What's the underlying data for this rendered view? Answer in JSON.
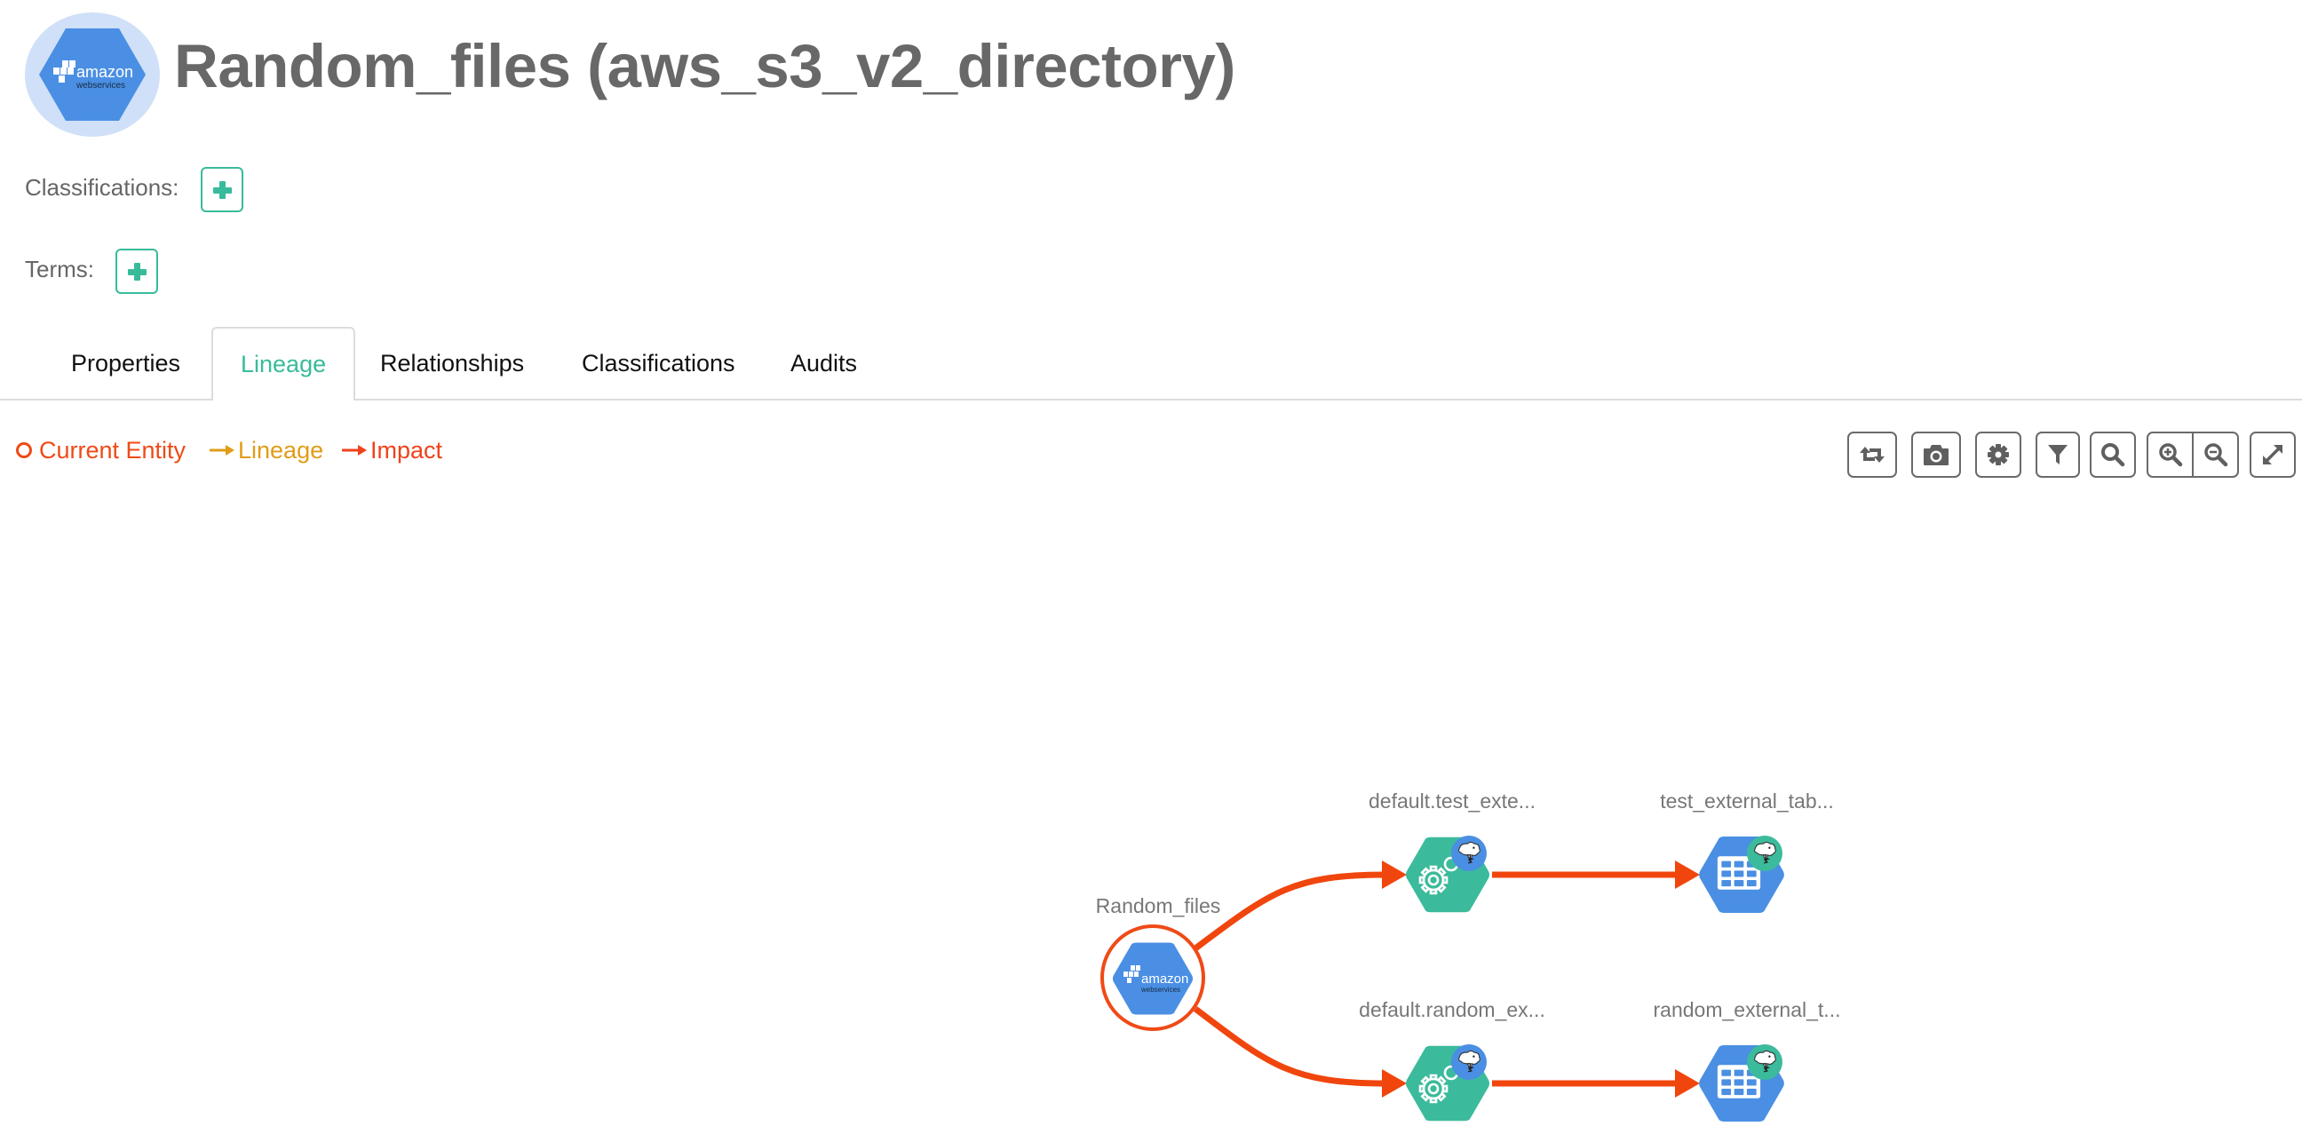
{
  "header": {
    "logo_icon": "aws-logo-icon",
    "title": "Random_files (aws_s3_v2_directory)"
  },
  "meta": {
    "classifications_label": "Classifications:",
    "terms_label": "Terms:",
    "add_icon": "plus-icon"
  },
  "tabs": [
    {
      "label": "Properties",
      "active": false
    },
    {
      "label": "Lineage",
      "active": true
    },
    {
      "label": "Relationships",
      "active": false
    },
    {
      "label": "Classifications",
      "active": false
    },
    {
      "label": "Audits",
      "active": false
    }
  ],
  "legend": {
    "current_entity": {
      "label": "Current Entity",
      "color": "#f04a16"
    },
    "lineage": {
      "label": "Lineage",
      "arrow": "⟶",
      "color": "#e09c16"
    },
    "impact": {
      "label": "Impact",
      "arrow": "⟶",
      "color": "#f0421a"
    }
  },
  "toolbar": [
    {
      "name": "realign-icon",
      "title": "Realign Lineage"
    },
    {
      "name": "camera-icon",
      "title": "Export to PNG"
    },
    {
      "name": "gear-icon",
      "title": "Settings"
    },
    {
      "name": "filter-icon",
      "title": "Filter"
    },
    {
      "name": "search-icon",
      "title": "Search"
    },
    {
      "name": "zoom-in-icon",
      "title": "Zoom In"
    },
    {
      "name": "zoom-out-icon",
      "title": "Zoom Out"
    },
    {
      "name": "fullscreen-icon",
      "title": "Full Screen"
    }
  ],
  "colors": {
    "accent": "#38bb9b",
    "edge": "#f0460d",
    "process_node": "#3bbb9b",
    "dataset_node": "#4a8fe3",
    "current_ring": "#f04a16"
  },
  "lineage_graph": {
    "nodes": [
      {
        "id": "current",
        "label": "Random_files",
        "type": "aws_s3_v2_directory",
        "icon": "aws-logo-icon",
        "current": true
      },
      {
        "id": "p1",
        "label": "default.test_exte...",
        "type": "process",
        "icon": "gear-icon",
        "badge": "hive-icon"
      },
      {
        "id": "t1",
        "label": "test_external_tab...",
        "type": "table",
        "icon": "table-icon",
        "badge": "hive-icon"
      },
      {
        "id": "p2",
        "label": "default.random_ex...",
        "type": "process",
        "icon": "gear-icon",
        "badge": "hive-icon"
      },
      {
        "id": "t2",
        "label": "random_external_t...",
        "type": "table",
        "icon": "table-icon",
        "badge": "hive-icon"
      }
    ],
    "edges": [
      {
        "from": "current",
        "to": "p1",
        "kind": "impact"
      },
      {
        "from": "p1",
        "to": "t1",
        "kind": "impact"
      },
      {
        "from": "current",
        "to": "p2",
        "kind": "impact"
      },
      {
        "from": "p2",
        "to": "t2",
        "kind": "impact"
      }
    ]
  }
}
